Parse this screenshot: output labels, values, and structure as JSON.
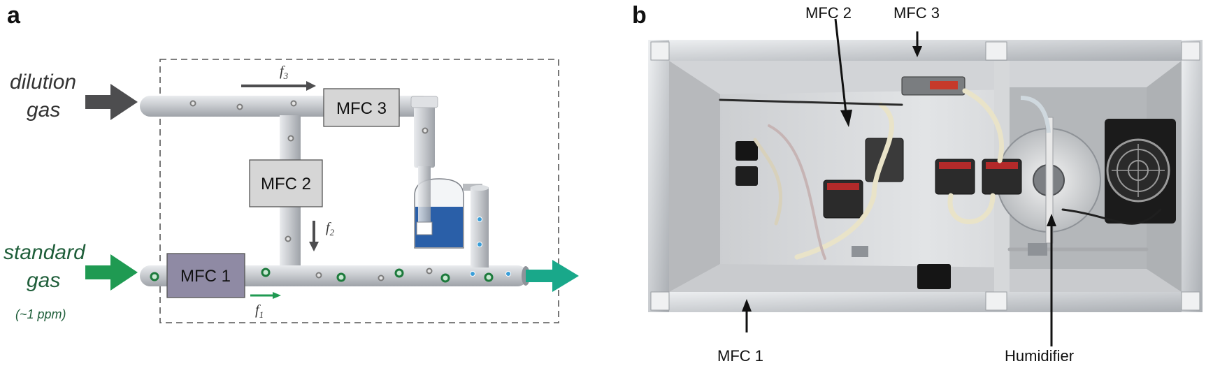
{
  "panel_a": {
    "letter": "a",
    "dilution_label_line1": "dilution",
    "dilution_label_line2": "gas",
    "standard_label_line1": "standard",
    "standard_label_line2": "gas",
    "standard_concentration": "(~1 ppm)",
    "mfc1": "MFC 1",
    "mfc2": "MFC 2",
    "mfc3": "MFC 3",
    "flow_symbol": "f",
    "flow1_sub": "1",
    "flow2_sub": "2",
    "flow3_sub": "3"
  },
  "panel_b": {
    "letter": "b",
    "callout_mfc1": "MFC 1",
    "callout_mfc2": "MFC 2",
    "callout_mfc3": "MFC 3",
    "callout_humidifier": "Humidifier"
  },
  "colors": {
    "dilution_arrow": "#4d4d4f",
    "standard_text": "#1f5e3a",
    "standard_arrow": "#1f9a52",
    "outlet_arrow": "#19a88a",
    "pipe": "#c8cbcf",
    "mfc_box": "#d6d6d6",
    "mfc1_box": "#8f8aa4",
    "water": "#2a5fa8",
    "particle_green": "#1d7a3c",
    "particle_blue": "#3b9ed8",
    "particle_grey": "#7b7b7b"
  }
}
